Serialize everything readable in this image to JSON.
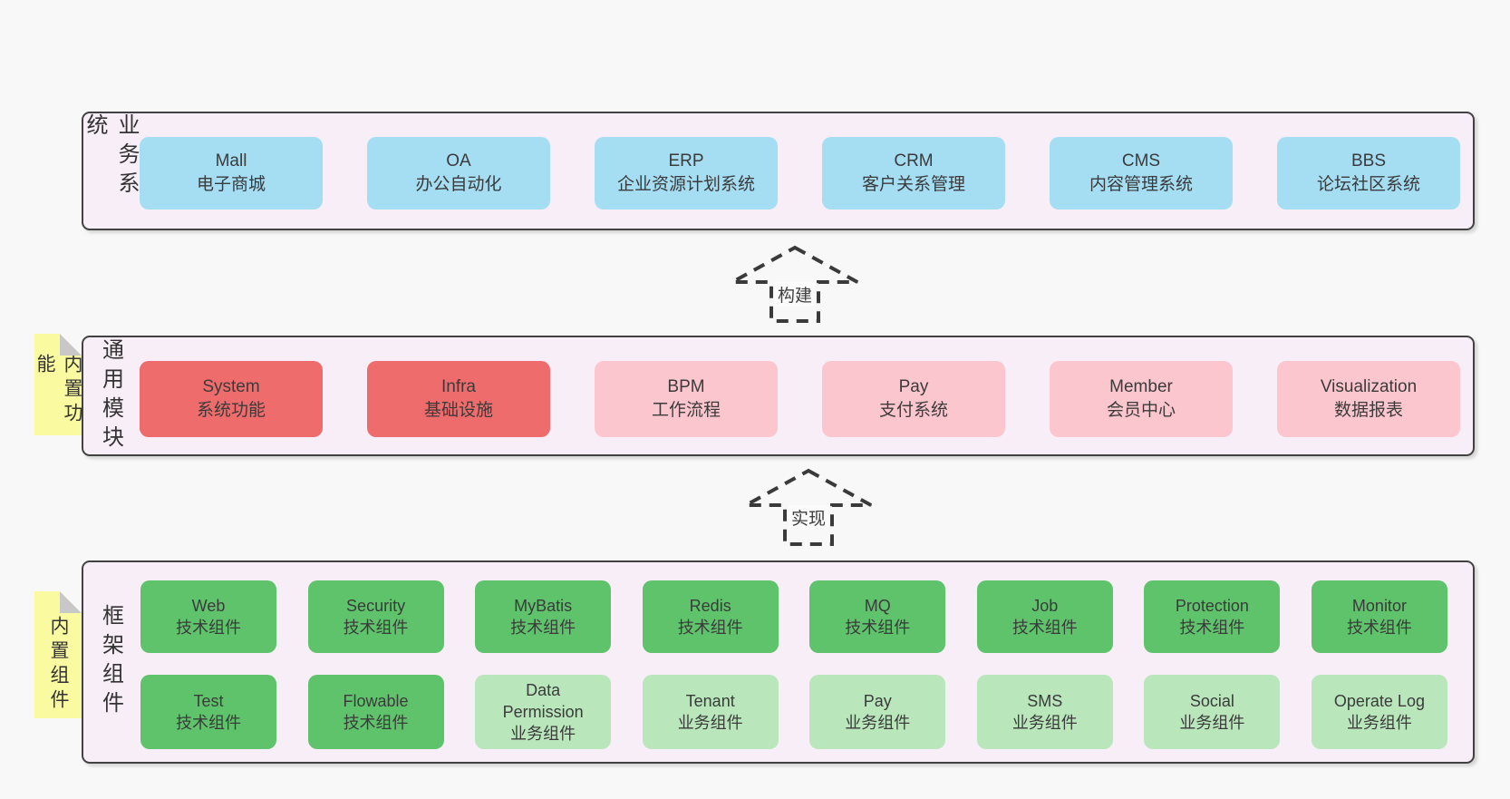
{
  "colors": {
    "page_bg": "#f8f8f8",
    "band_bg": "#f8eef7",
    "band_border": "#424242",
    "blue": "#a5ddf3",
    "red": "#ef6c6c",
    "pink": "#fcc6ce",
    "green": "#5fc36c",
    "lightgreen": "#b9e6bb",
    "sticky": "#fafaa0",
    "fold": "#c8c8c8",
    "ink": "#3b3b3b",
    "arrow": "#3a3a3a"
  },
  "bands": {
    "business": {
      "label": "业务系统",
      "boxes": [
        {
          "title": "Mall",
          "subtitle": "电子商城",
          "variant": "blue"
        },
        {
          "title": "OA",
          "subtitle": "办公自动化",
          "variant": "blue"
        },
        {
          "title": "ERP",
          "subtitle": "企业资源计划系统",
          "variant": "blue"
        },
        {
          "title": "CRM",
          "subtitle": "客户关系管理",
          "variant": "blue"
        },
        {
          "title": "CMS",
          "subtitle": "内容管理系统",
          "variant": "blue"
        },
        {
          "title": "BBS",
          "subtitle": "论坛社区系统",
          "variant": "blue"
        }
      ]
    },
    "modules": {
      "label": "通用模块",
      "sticky": "内置功能",
      "boxes": [
        {
          "title": "System",
          "subtitle": "系统功能",
          "variant": "red"
        },
        {
          "title": "Infra",
          "subtitle": "基础设施",
          "variant": "red"
        },
        {
          "title": "BPM",
          "subtitle": "工作流程",
          "variant": "pink"
        },
        {
          "title": "Pay",
          "subtitle": "支付系统",
          "variant": "pink"
        },
        {
          "title": "Member",
          "subtitle": "会员中心",
          "variant": "pink"
        },
        {
          "title": "Visualization",
          "subtitle": "数据报表",
          "variant": "pink"
        }
      ]
    },
    "framework": {
      "label": "框架组件",
      "sticky": "内置组件",
      "rows": {
        "row1": [
          {
            "title": "Web",
            "subtitle": "技术组件",
            "variant": "green"
          },
          {
            "title": "Security",
            "subtitle": "技术组件",
            "variant": "green"
          },
          {
            "title": "MyBatis",
            "subtitle": "技术组件",
            "variant": "green"
          },
          {
            "title": "Redis",
            "subtitle": "技术组件",
            "variant": "green"
          },
          {
            "title": "MQ",
            "subtitle": "技术组件",
            "variant": "green"
          },
          {
            "title": "Job",
            "subtitle": "技术组件",
            "variant": "green"
          },
          {
            "title": "Protection",
            "subtitle": "技术组件",
            "variant": "green"
          },
          {
            "title": "Monitor",
            "subtitle": "技术组件",
            "variant": "green"
          }
        ],
        "row2": [
          {
            "title": "Test",
            "subtitle": "技术组件",
            "variant": "green"
          },
          {
            "title": "Flowable",
            "subtitle": "技术组件",
            "variant": "green"
          },
          {
            "title": "Data Permission",
            "subtitle": "业务组件",
            "variant": "lightgreen"
          },
          {
            "title": "Tenant",
            "subtitle": "业务组件",
            "variant": "lightgreen"
          },
          {
            "title": "Pay",
            "subtitle": "业务组件",
            "variant": "lightgreen"
          },
          {
            "title": "SMS",
            "subtitle": "业务组件",
            "variant": "lightgreen"
          },
          {
            "title": "Social",
            "subtitle": "业务组件",
            "variant": "lightgreen"
          },
          {
            "title": "Operate Log",
            "subtitle": "业务组件",
            "variant": "lightgreen"
          }
        ]
      }
    }
  },
  "arrows": {
    "build": {
      "label": "构建"
    },
    "implement": {
      "label": "实现"
    }
  }
}
